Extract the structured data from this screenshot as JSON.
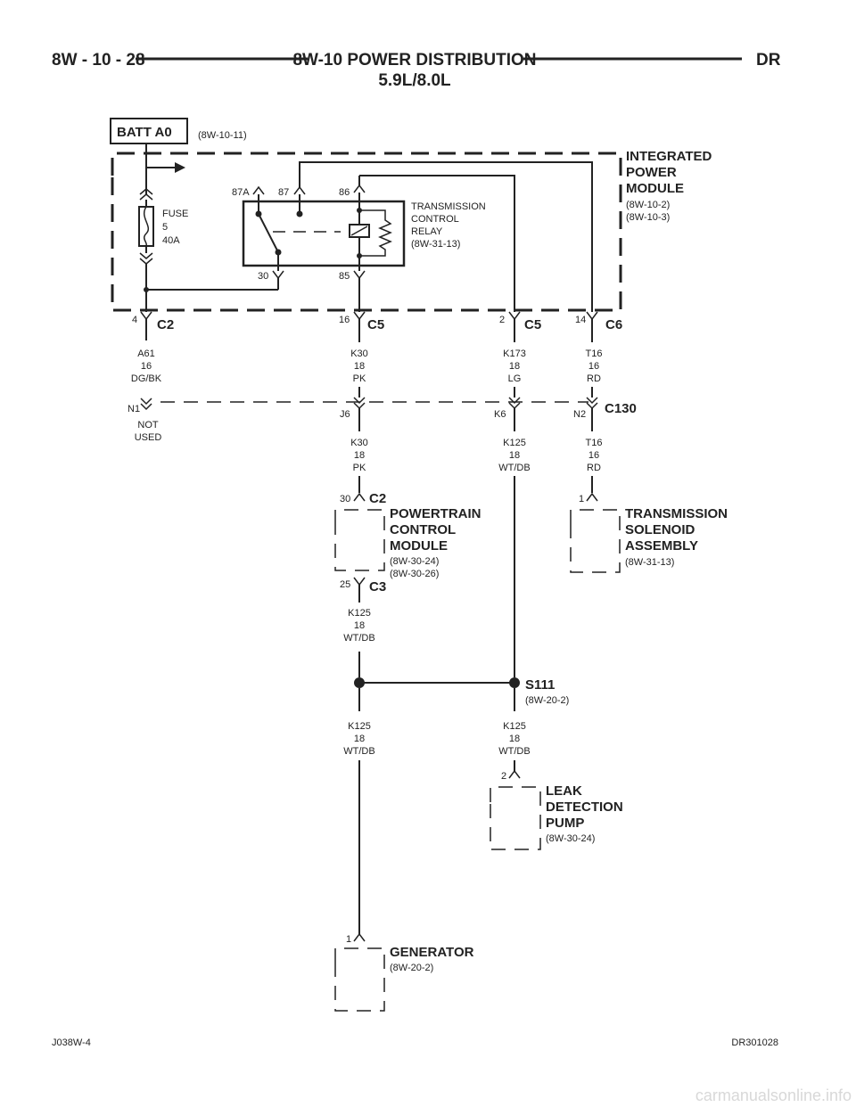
{
  "header": {
    "page": "8W - 10 - 28",
    "title": "8W-10 POWER DISTRIBUTION",
    "subtitle": "5.9L/8.0L",
    "section": "DR"
  },
  "footer": {
    "left": "J038W-4",
    "right": "DR301028"
  },
  "watermark": "carmanualsonline.info",
  "batt": {
    "label": "BATT A0",
    "ref": "(8W-10-11)"
  },
  "ipm": {
    "line1": "INTEGRATED",
    "line2": "POWER",
    "line3": "MODULE",
    "ref1": "(8W-10-2)",
    "ref2": "(8W-10-3)"
  },
  "fuse": {
    "line1": "FUSE",
    "line2": "5",
    "line3": "40A"
  },
  "relay": {
    "line1": "TRANSMISSION",
    "line2": "CONTROL",
    "line3": "RELAY",
    "ref": "(8W-31-13)",
    "pin_87a": "87A",
    "pin_87": "87",
    "pin_86": "86",
    "pin_30": "30",
    "pin_85": "85"
  },
  "connectors": {
    "c2_top": {
      "pin": "4",
      "name": "C2"
    },
    "c5_a": {
      "pin": "16",
      "name": "C5"
    },
    "c5_b": {
      "pin": "2",
      "name": "C5"
    },
    "c6": {
      "pin": "14",
      "name": "C6"
    },
    "c130": {
      "name": "C130",
      "n1": "N1",
      "j6": "J6",
      "k6": "K6",
      "n2": "N2"
    },
    "pcm_c2": {
      "pin": "30",
      "name": "C2"
    },
    "pcm_c3": {
      "pin": "25",
      "name": "C3"
    },
    "tsa": {
      "pin": "1"
    },
    "ldp": {
      "pin": "2"
    },
    "gen": {
      "pin": "1"
    }
  },
  "wires": {
    "a61": {
      "circuit": "A61",
      "gauge": "16",
      "color": "DG/BK"
    },
    "k30_top": {
      "circuit": "K30",
      "gauge": "18",
      "color": "PK"
    },
    "k173": {
      "circuit": "K173",
      "gauge": "18",
      "color": "LG"
    },
    "t16_top": {
      "circuit": "T16",
      "gauge": "16",
      "color": "RD"
    },
    "k30_bot": {
      "circuit": "K30",
      "gauge": "18",
      "color": "PK"
    },
    "k125_k6": {
      "circuit": "K125",
      "gauge": "18",
      "color": "WT/DB"
    },
    "t16_bot": {
      "circuit": "T16",
      "gauge": "16",
      "color": "RD"
    },
    "k125_pcm": {
      "circuit": "K125",
      "gauge": "18",
      "color": "WT/DB"
    },
    "k125_gen": {
      "circuit": "K125",
      "gauge": "18",
      "color": "WT/DB"
    },
    "k125_ldp": {
      "circuit": "K125",
      "gauge": "18",
      "color": "WT/DB"
    }
  },
  "not_used": {
    "line1": "NOT",
    "line2": "USED"
  },
  "pcm": {
    "line1": "POWERTRAIN",
    "line2": "CONTROL",
    "line3": "MODULE",
    "ref1": "(8W-30-24)",
    "ref2": "(8W-30-26)"
  },
  "tsa": {
    "line1": "TRANSMISSION",
    "line2": "SOLENOID",
    "line3": "ASSEMBLY",
    "ref": "(8W-31-13)"
  },
  "splice": {
    "name": "S111",
    "ref": "(8W-20-2)"
  },
  "ldp": {
    "line1": "LEAK",
    "line2": "DETECTION",
    "line3": "PUMP",
    "ref": "(8W-30-24)"
  },
  "generator": {
    "line1": "GENERATOR",
    "ref": "(8W-20-2)"
  }
}
